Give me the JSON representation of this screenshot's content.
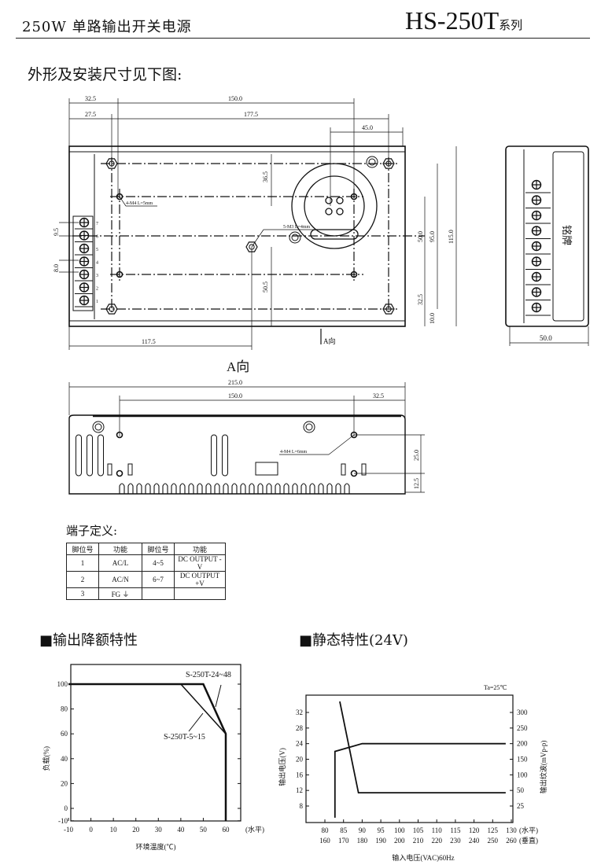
{
  "header": {
    "title": "250W 单路输出开关电源",
    "model": "HS-250T",
    "series": "系列"
  },
  "subtitle": "外形及安装尺寸见下图:",
  "top_view": {
    "dims": {
      "d32_5": "32.5",
      "d150": "150.0",
      "d27_5": "27.5",
      "d177_5": "177.5",
      "d45": "45.0",
      "d36_5": "36.5",
      "d50": "50.0",
      "d95": "95.0",
      "d115": "115.0",
      "d32_5b": "32.5",
      "d10": "10.0",
      "d9_5": "9.5",
      "d8": "8.0",
      "d50_5": "50.5",
      "d117_5": "117.5"
    },
    "note_m4": "4-M4 L=5mm",
    "note_m3": "5-M3 L=4mm",
    "terminal_numbers": [
      "7",
      "6",
      "5",
      "4",
      "3",
      "2",
      "1"
    ],
    "direction_label": "A向"
  },
  "side_view": {
    "nameplate": "铭牌",
    "width_dim": "50.0"
  },
  "a_view": {
    "title": "A向",
    "d215": "215.0",
    "d150": "150.0",
    "d32_5": "32.5",
    "d25": "25.0",
    "d12_5": "12.5",
    "note_m4": "4-M4 L=6mm"
  },
  "terminal_table": {
    "title": "端子定义:",
    "headers": [
      "脚位号",
      "功能",
      "脚位号",
      "功能"
    ],
    "rows": [
      [
        "1",
        "AC/L",
        "4~5",
        "DC OUTPUT -V"
      ],
      [
        "2",
        "AC/N",
        "6~7",
        "DC OUTPUT +V"
      ],
      [
        "3",
        "FG ⏚",
        "",
        ""
      ]
    ]
  },
  "sections": {
    "derating": "■输出降额特性",
    "static": "■静态特性(24V)"
  },
  "chart_data": [
    {
      "type": "line",
      "title": "输出降额特性",
      "xlabel": "环境温度(℃)",
      "x_suffix": "(水平)",
      "ylabel": "负载(%)",
      "xlim": [
        -10,
        65
      ],
      "ylim": [
        -10,
        115
      ],
      "xticks": [
        -10,
        0,
        10,
        20,
        30,
        40,
        50,
        60
      ],
      "yticks": [
        -10,
        0,
        20,
        40,
        60,
        80,
        100
      ],
      "series": [
        {
          "name": "S-250T-24~48",
          "x": [
            -10,
            50,
            60,
            60
          ],
          "y": [
            100,
            100,
            60,
            -10
          ]
        },
        {
          "name": "S-250T-5~15",
          "x": [
            40,
            60
          ],
          "y": [
            100,
            60
          ]
        }
      ]
    },
    {
      "type": "line",
      "title": "静态特性(24V)",
      "annotation": "Ta=25℃",
      "xlabel": "输入电压(VAC)60Hz",
      "xticks_h": [
        80,
        85,
        90,
        95,
        100,
        105,
        110,
        115,
        120,
        125,
        130
      ],
      "xticks_v": [
        160,
        170,
        180,
        190,
        200,
        210,
        220,
        230,
        240,
        250,
        260
      ],
      "x_suffix_h": "(水平)",
      "x_suffix_v": "(垂直)",
      "ylabel_left": "输出电压(V)",
      "yticks_left": [
        8,
        12,
        16,
        20,
        24,
        28,
        32
      ],
      "ylabel_right": "输出纹波(mVp-p)",
      "yticks_right": [
        25,
        50,
        100,
        150,
        200,
        250,
        300
      ],
      "xlim": [
        75,
        132
      ],
      "ylim_left": [
        3,
        37
      ],
      "series": [
        {
          "name": "输出电压",
          "axis": "left",
          "x": [
            82.7,
            82.7,
            90,
            128.5
          ],
          "y": [
            5,
            22,
            24,
            24
          ]
        },
        {
          "name": "输出纹波",
          "axis": "left-equivalent",
          "x": [
            84,
            89,
            128.5
          ],
          "y": [
            34.8,
            11.4,
            11.4
          ]
        }
      ]
    }
  ]
}
